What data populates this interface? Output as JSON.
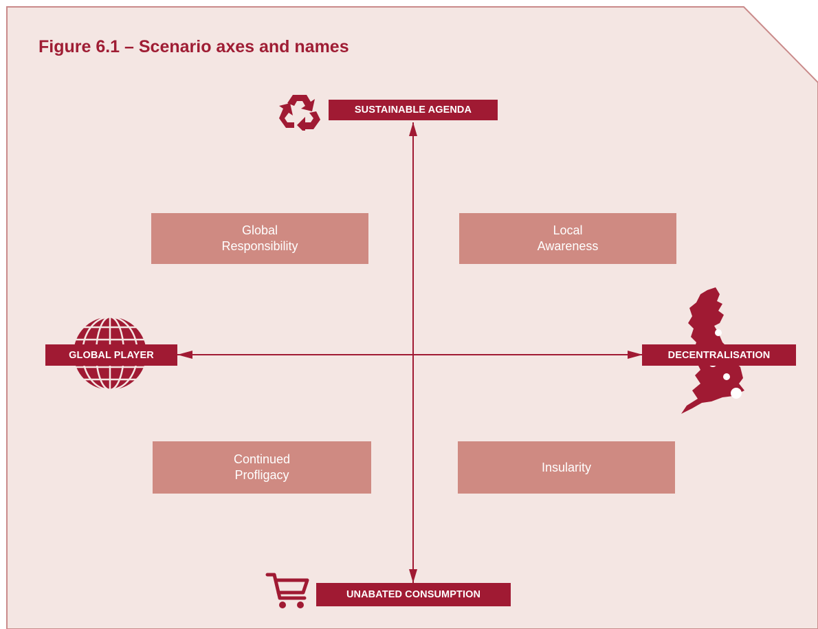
{
  "figure": {
    "title": "Figure 6.1 – Scenario axes and names"
  },
  "axes": {
    "top": "SUSTAINABLE AGENDA",
    "bottom": "UNABATED CONSUMPTION",
    "left": "GLOBAL PLAYER",
    "right": "DECENTRALISATION"
  },
  "quadrants": {
    "top_left": [
      "Global",
      "Responsibility"
    ],
    "top_right": [
      "Local",
      "Awareness"
    ],
    "bottom_left": [
      "Continued",
      "Profligacy"
    ],
    "bottom_right": [
      "Insularity"
    ]
  },
  "icons": {
    "top": "recycle-icon",
    "bottom": "shopping-cart-icon",
    "left": "globe-icon",
    "right": "uk-map-icon"
  },
  "colors": {
    "panel_background": "#f4e6e3",
    "accent": "#a01a33",
    "quadrant_box": "#cf8a82",
    "title": "#9f1d34"
  }
}
